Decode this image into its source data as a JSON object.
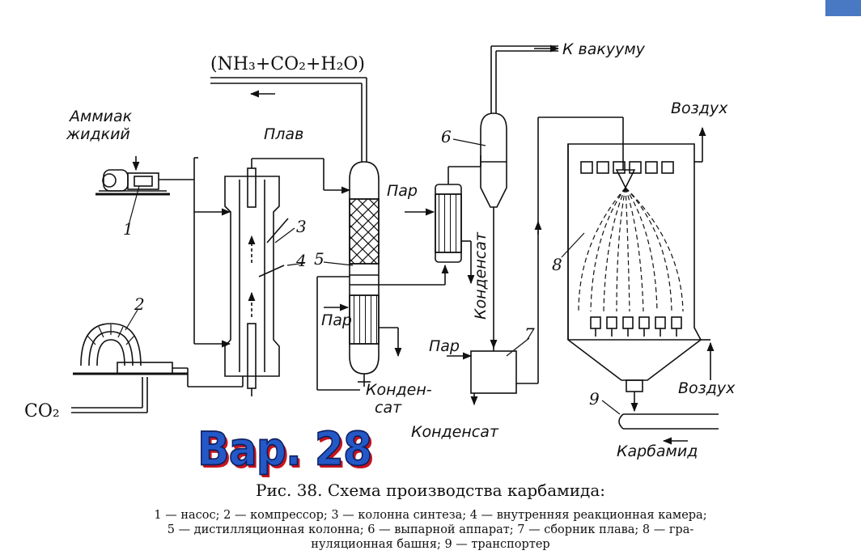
{
  "labels": {
    "vapor_mix": "(NH₃+CO₂+H₂O)",
    "to_vacuum": "К вакууму",
    "ammonia_line1": "Аммиак",
    "ammonia_line2": "жидкий",
    "melt": "Плав",
    "air_top": "Воздух",
    "air_bottom": "Воздух",
    "steam_heater": "Пар",
    "steam_distill": "Пар",
    "steam_collector": "Пар",
    "condensate_vertical": "Конденсат",
    "condensate_distill_1": "Конден-",
    "condensate_distill_2": "сат",
    "condensate_bottom": "Конденсат",
    "urea": "Карбамид",
    "co2_inlet": "CO₂"
  },
  "numbers": {
    "n1": "1",
    "n2": "2",
    "n3": "3",
    "n4": "4",
    "n5": "5",
    "n6": "6",
    "n7": "7",
    "n8": "8",
    "n9": "9"
  },
  "variant_stamp": "Вар. 28",
  "caption": "Рис. 38. Схема производства карбамида:",
  "legend": {
    "line1": "1 — насос; 2 — компрессор; 3 — колонна синтеза; 4 — внутренняя реакционная камера;",
    "line2": "5 — дистилляционная колонна; 6 — выпарной аппарат; 7 — сборник плава; 8 — гра-",
    "line3": "нуляционная башня; 9 — транспортер"
  },
  "colors": {
    "stamp_fill": "#2458c7",
    "stamp_shadow": "#c8141e",
    "corner_tab": "#4a79c4"
  }
}
